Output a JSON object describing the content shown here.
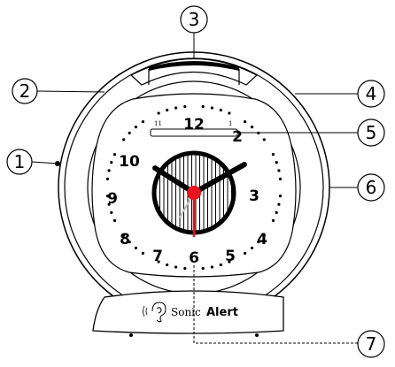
{
  "brand": {
    "sonic": "Sonic",
    "alert": "Alert"
  },
  "dial_numbers": [
    {
      "key": "n12",
      "label": "12"
    },
    {
      "key": "n2",
      "label": "2"
    },
    {
      "key": "n3",
      "label": "3"
    },
    {
      "key": "n4",
      "label": "4"
    },
    {
      "key": "n5",
      "label": "5"
    },
    {
      "key": "n6",
      "label": "6"
    },
    {
      "key": "n7",
      "label": "7"
    },
    {
      "key": "n8",
      "label": "8"
    },
    {
      "key": "n9",
      "label": "9"
    },
    {
      "key": "n10",
      "label": "10"
    }
  ],
  "display_marks": {
    "left": "11",
    "right": "1"
  },
  "callouts": [
    "1",
    "2",
    "3",
    "4",
    "5",
    "6",
    "7"
  ],
  "colors": {
    "second_hand": "#e0141e",
    "center_dot": "#e8141e",
    "outline": "#000000"
  },
  "icons": {
    "brand_logo": "ear-icon"
  }
}
